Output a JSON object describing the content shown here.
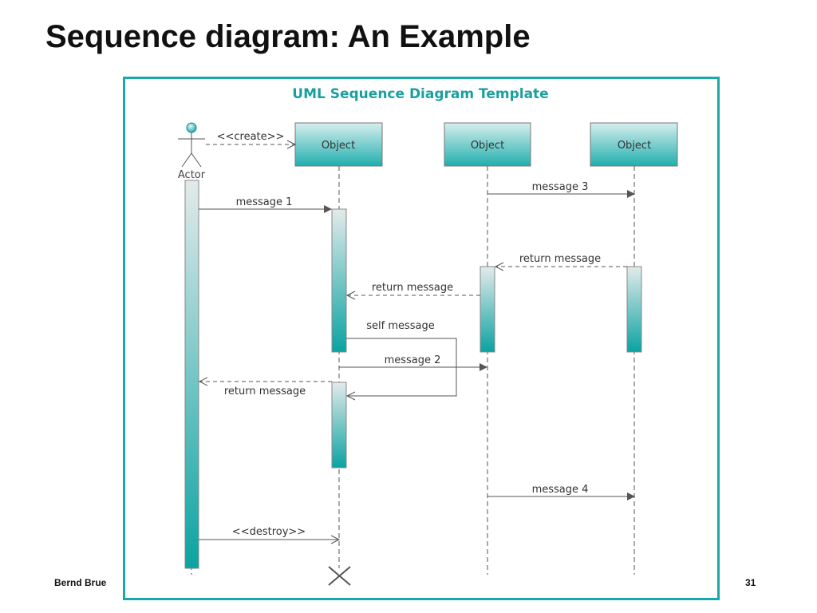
{
  "slide": {
    "title": "Sequence diagram: An Example",
    "footer_author": "Bernd Brue",
    "page_number": "31"
  },
  "diagram": {
    "title": "UML Sequence Diagram Template",
    "actor_label": "Actor",
    "objects": [
      "Object",
      "Object",
      "Object"
    ],
    "messages": {
      "create": "<<create>>",
      "message1": "message 1",
      "message3": "message 3",
      "return_obj3": "return message",
      "return_obj2": "return message",
      "self_message": "self message",
      "message2": "message 2",
      "return_actor": "return message",
      "message4": "message 4",
      "destroy": "<<destroy>>"
    },
    "colors": {
      "frame": "#19a9a8",
      "title": "#1a9fa0",
      "activation_top": "#dfe8e8",
      "activation_bottom": "#0aa3a2"
    }
  }
}
